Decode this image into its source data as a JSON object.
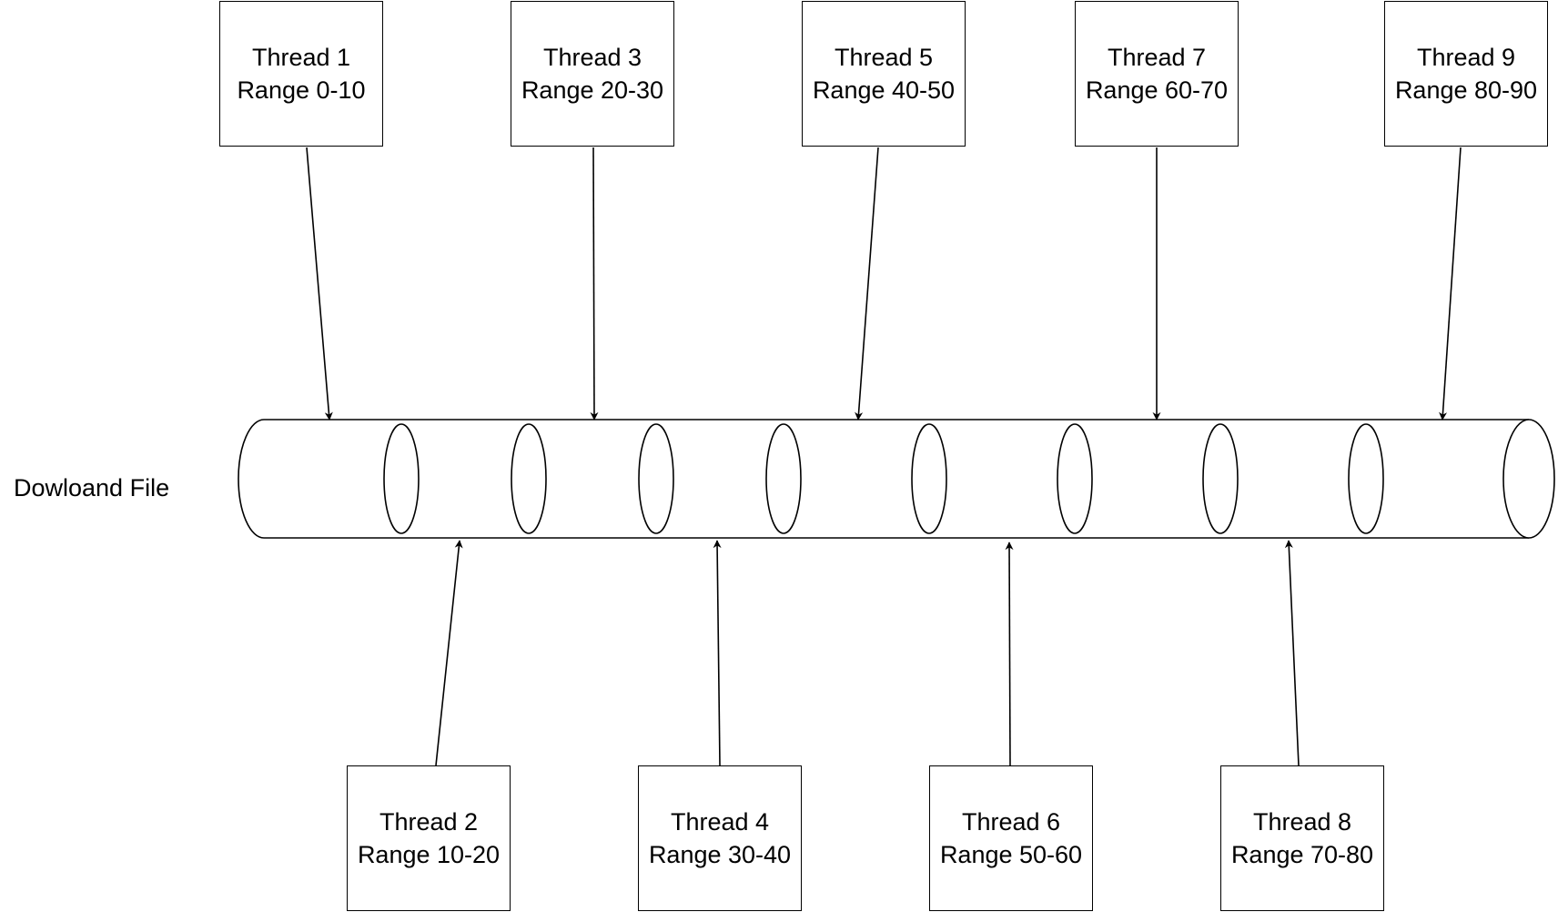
{
  "file_label": "Dowloand File",
  "threads": [
    {
      "name": "Thread 1",
      "range": "Range 0-10"
    },
    {
      "name": "Thread 2",
      "range": "Range 10-20"
    },
    {
      "name": "Thread 3",
      "range": "Range 20-30"
    },
    {
      "name": "Thread 4",
      "range": "Range 30-40"
    },
    {
      "name": "Thread 5",
      "range": "Range 40-50"
    },
    {
      "name": "Thread 6",
      "range": "Range 50-60"
    },
    {
      "name": "Thread 7",
      "range": "Range 60-70"
    },
    {
      "name": "Thread 8",
      "range": "Range 70-80"
    },
    {
      "name": "Thread 9",
      "range": "Range 80-90"
    }
  ],
  "colors": {
    "stroke": "#000000",
    "fill": "#ffffff"
  }
}
